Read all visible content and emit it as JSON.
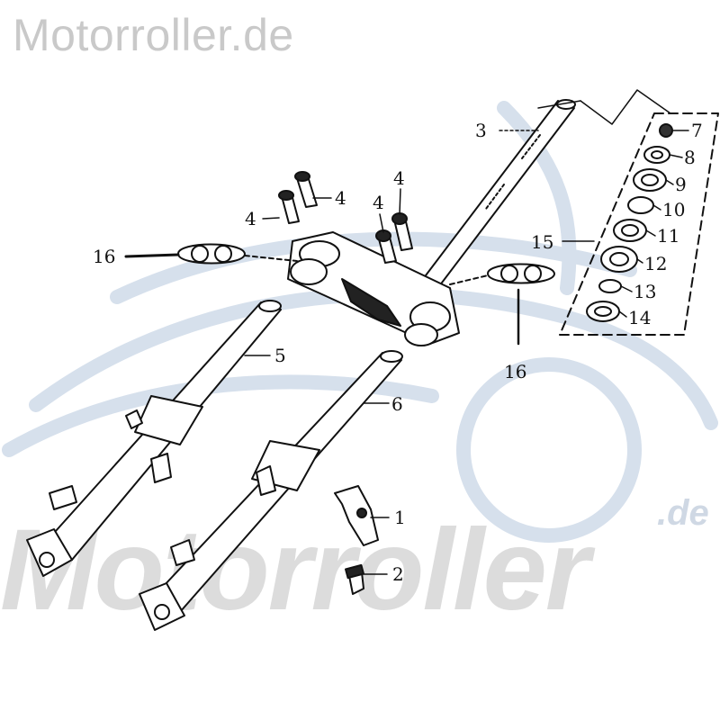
{
  "watermark": {
    "top": "Motorroller.de",
    "bottom": "Motorroller",
    "bottom_suffix": ".de"
  },
  "callouts": [
    {
      "id": "c1",
      "label": "1"
    },
    {
      "id": "c2",
      "label": "2"
    },
    {
      "id": "c3",
      "label": "3"
    },
    {
      "id": "c4a",
      "label": "4"
    },
    {
      "id": "c4b",
      "label": "4"
    },
    {
      "id": "c4c",
      "label": "4"
    },
    {
      "id": "c4d",
      "label": "4"
    },
    {
      "id": "c5",
      "label": "5"
    },
    {
      "id": "c6",
      "label": "6"
    },
    {
      "id": "c7",
      "label": "7"
    },
    {
      "id": "c8",
      "label": "8"
    },
    {
      "id": "c9",
      "label": "9"
    },
    {
      "id": "c10",
      "label": "10"
    },
    {
      "id": "c11",
      "label": "11"
    },
    {
      "id": "c12",
      "label": "12"
    },
    {
      "id": "c13",
      "label": "13"
    },
    {
      "id": "c14",
      "label": "14"
    },
    {
      "id": "c15",
      "label": "15"
    },
    {
      "id": "c16a",
      "label": "16"
    },
    {
      "id": "c16b",
      "label": "16"
    }
  ]
}
